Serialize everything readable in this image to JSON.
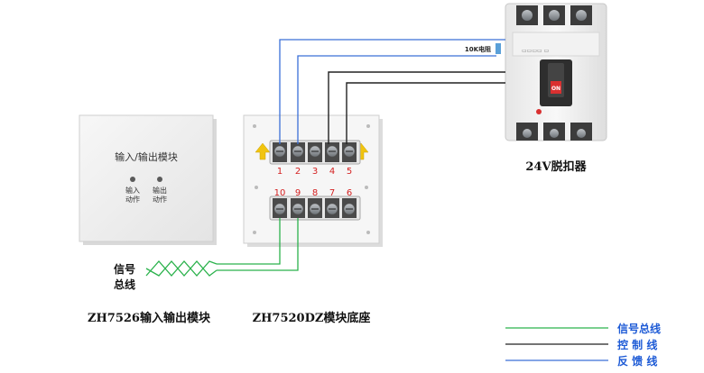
{
  "module": {
    "panel_title": "输入/输出模块",
    "led_labels": [
      {
        "line1": "输入",
        "line2": "动作"
      },
      {
        "line1": "输出",
        "line2": "动作"
      }
    ],
    "caption": "ZH7526输入输出模块"
  },
  "base": {
    "caption": "ZH7520DZ模块底座",
    "top_terminals": [
      "1",
      "2",
      "3",
      "4",
      "5"
    ],
    "bottom_terminals": [
      "10",
      "9",
      "8",
      "7",
      "6"
    ]
  },
  "breaker": {
    "caption": "24V脱扣器",
    "resistor_label": "10K电阻",
    "on_label": "ON"
  },
  "signal_bus_label": {
    "line1": "信号",
    "line2": "总线"
  },
  "legend": [
    {
      "label": "信号总线",
      "color": "#2bb24c"
    },
    {
      "label": "控 制 线",
      "color": "#222222"
    },
    {
      "label": "反 馈 线",
      "color": "#3a6fd8"
    }
  ],
  "colors": {
    "signal": "#2bb24c",
    "control": "#222222",
    "feedback": "#3a6fd8",
    "terminal_number": "#d42020",
    "legend_text": "#1e5bd6",
    "arrow": "#f1c40f"
  }
}
